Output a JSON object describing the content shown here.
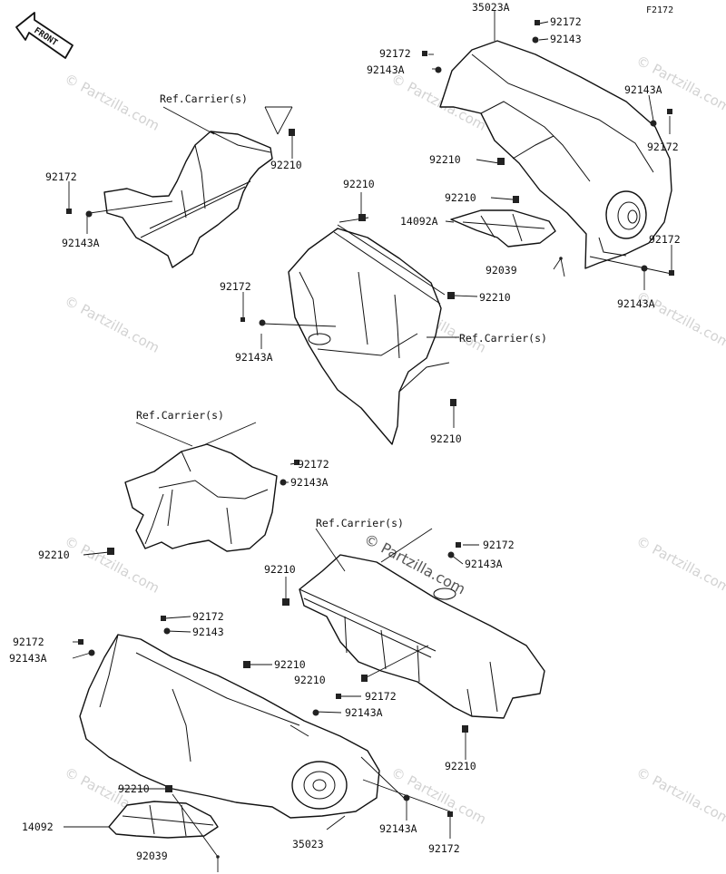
{
  "diagram_code": "F2172",
  "front_label": "FRONT",
  "watermark_text": "© Partzilla.com",
  "callouts": [
    {
      "id": "c01",
      "text": "35023A"
    },
    {
      "id": "c02",
      "text": "92172"
    },
    {
      "id": "c03",
      "text": "92143"
    },
    {
      "id": "c04",
      "text": "92172"
    },
    {
      "id": "c05",
      "text": "92143A"
    },
    {
      "id": "c06",
      "text": "Ref.Carrier(s)"
    },
    {
      "id": "c07",
      "text": "92143A"
    },
    {
      "id": "c08",
      "text": "92172"
    },
    {
      "id": "c09",
      "text": "92210"
    },
    {
      "id": "c10",
      "text": "92172"
    },
    {
      "id": "c11",
      "text": "92143A"
    },
    {
      "id": "c12",
      "text": "92210"
    },
    {
      "id": "c13",
      "text": "92210"
    },
    {
      "id": "c14",
      "text": "14092A"
    },
    {
      "id": "c15",
      "text": "92210"
    },
    {
      "id": "c16",
      "text": "92172"
    },
    {
      "id": "c17",
      "text": "92039"
    },
    {
      "id": "c18",
      "text": "92143A"
    },
    {
      "id": "c19",
      "text": "92210"
    },
    {
      "id": "c20",
      "text": "92172"
    },
    {
      "id": "c21",
      "text": "Ref.Carrier(s)"
    },
    {
      "id": "c22",
      "text": "92143A"
    },
    {
      "id": "c23",
      "text": "92210"
    },
    {
      "id": "c24",
      "text": "Ref.Carrier(s)"
    },
    {
      "id": "c25",
      "text": "92172"
    },
    {
      "id": "c26",
      "text": "92143A"
    },
    {
      "id": "c27",
      "text": "92210"
    },
    {
      "id": "c28",
      "text": "Ref.Carrier(s)"
    },
    {
      "id": "c29",
      "text": "92210"
    },
    {
      "id": "c30",
      "text": "92172"
    },
    {
      "id": "c31",
      "text": "92143A"
    },
    {
      "id": "c32",
      "text": "92172"
    },
    {
      "id": "c33",
      "text": "92143"
    },
    {
      "id": "c34",
      "text": "92172"
    },
    {
      "id": "c35",
      "text": "92143A"
    },
    {
      "id": "c36",
      "text": "92210"
    },
    {
      "id": "c37",
      "text": "92210"
    },
    {
      "id": "c38",
      "text": "92172"
    },
    {
      "id": "c39",
      "text": "92143A"
    },
    {
      "id": "c40",
      "text": "92210"
    },
    {
      "id": "c41",
      "text": "92210"
    },
    {
      "id": "c42",
      "text": "14092"
    },
    {
      "id": "c43",
      "text": "92039"
    },
    {
      "id": "c44",
      "text": "35023"
    },
    {
      "id": "c45",
      "text": "92143A"
    },
    {
      "id": "c46",
      "text": "92172"
    }
  ]
}
